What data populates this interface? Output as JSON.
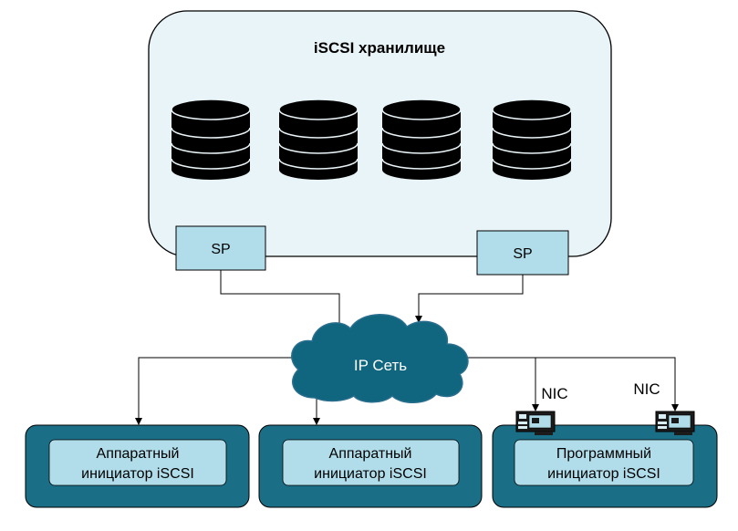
{
  "storage": {
    "title": "iSCSI хранилище",
    "sp_left": "SP",
    "sp_right": "SP",
    "disk_icon": "database-icon",
    "fill_color": "#e9f4f8"
  },
  "network": {
    "label": "IP Сеть",
    "icon": "cloud-icon",
    "color": "#10657f"
  },
  "nic_labels": {
    "left": "NIC",
    "right": "NIC"
  },
  "nic_icon": "network-card-icon",
  "hosts": [
    {
      "line1": "Аппаратный",
      "line2": "инициатор iSCSI"
    },
    {
      "line1": "Аппаратный",
      "line2": "инициатор iSCSI"
    },
    {
      "line1": "Программный",
      "line2": "инициатор iSCSI"
    }
  ],
  "colors": {
    "host_fill": "#1a6e86",
    "inner_fill": "#b1ddea",
    "sp_fill": "#b1ddea"
  }
}
